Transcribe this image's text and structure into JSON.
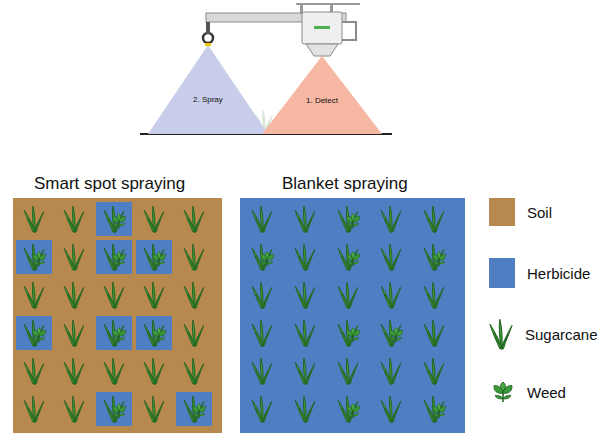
{
  "diagram": {
    "nodes": [
      {
        "text": [
          "2. Spray"
        ]
      },
      {
        "text": [
          "1. Detect"
        ]
      },
      {
        "text": [
          "Smart spot spraying"
        ]
      },
      {
        "text": [
          "Blanket spraying"
        ]
      }
    ],
    "legend": [
      {
        "text": "Soil",
        "color": "#b8894f"
      },
      {
        "text": "Herbicide",
        "color": "#4f7fc2"
      },
      {
        "text": "Sugarcane"
      },
      {
        "text": "Weed"
      }
    ]
  }
}
